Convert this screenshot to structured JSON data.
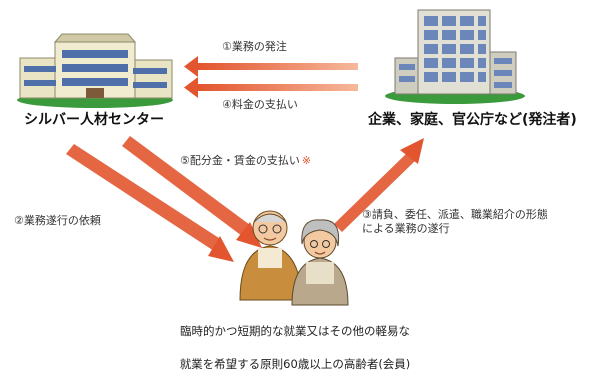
{
  "actors": {
    "center": {
      "label": "シルバー人材センター"
    },
    "client": {
      "label": "企業、家庭、官公庁など(発注者)"
    },
    "members": {
      "caption_line1": "臨時的かつ短期的な就業又はその他の軽易な",
      "caption_line2": "就業を希望する原則60歳以上の高齢者(会員)"
    }
  },
  "flows": {
    "order": "①業務の発注",
    "request": "②業務遂行の依頼",
    "contract": "③請負、委任、派遣、職業紹介の形態",
    "contract_2": "による業務の遂行",
    "payment": "④料金の支払い",
    "wage": "⑤配分金・賃金の支払い",
    "wage_mark": "※"
  },
  "colors": {
    "arrow": "#e2552e",
    "arrow_light": "#f2a07f",
    "building_wall": "#e9e4c4",
    "building_window": "#4f6fa9",
    "tower_wall": "#d8d6c8",
    "tower_window": "#6b86b9",
    "ground": "#3b9a3c"
  },
  "icons": {
    "center_building": "office-building-icon",
    "client_building": "office-tower-icon",
    "elderly": "elderly-couple-icon"
  }
}
